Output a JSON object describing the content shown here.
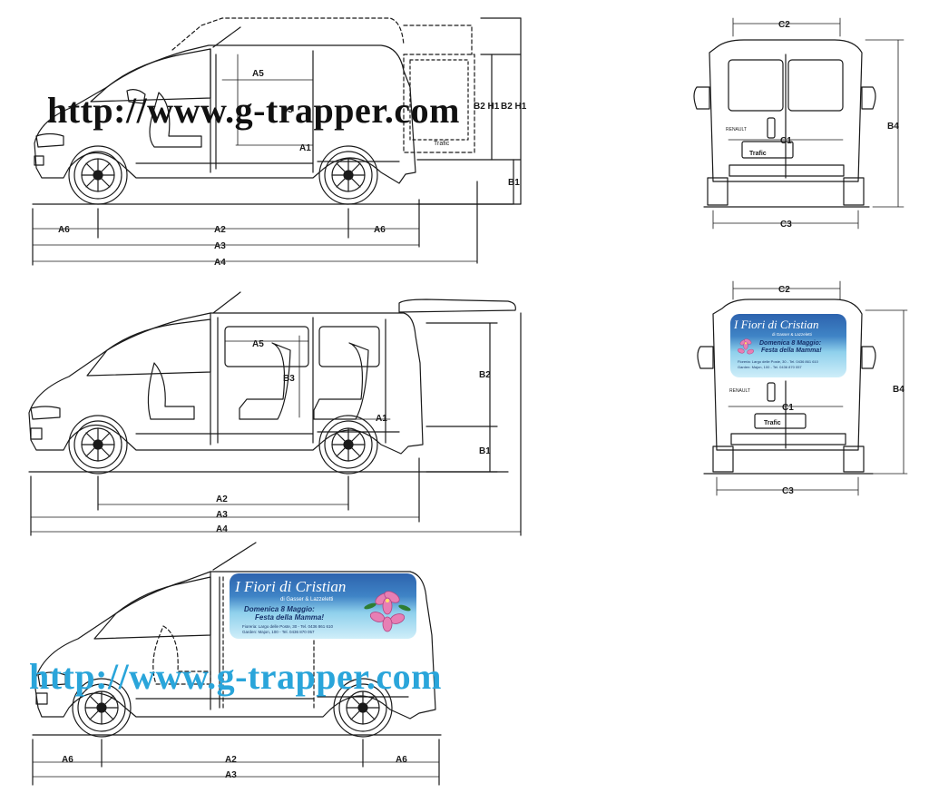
{
  "watermark": {
    "top": "http://www.g-trapper.com",
    "bottom": "http://www.g-trapper.com"
  },
  "colors": {
    "line": "#1a1a1a",
    "watermark_top": "#111111",
    "watermark_bottom": "#2aa5da",
    "banner_dark": "#2d63ae",
    "banner_light": "#cfeef9",
    "flower": "#e77fb4"
  },
  "banner": {
    "title": "I Fiori di Cristian",
    "subtitle": "di Gasser & Lazzeletti",
    "promo_line1": "Domenica 8 Maggio:",
    "promo_line2": "Festa della Mamma!",
    "address_line1": "Fioreria: Largo delle Poste, 30 - Tel. 0436 861 610",
    "address_line2": "Garden: Majon, 100 - Tel. 0436 870 057"
  },
  "vehicle": {
    "badge": "RENAULT",
    "rear_plate": "Trafic",
    "panel_badge": "Trafic"
  },
  "dims": {
    "A1": "A1",
    "A2": "A2",
    "A3": "A3",
    "A4": "A4",
    "A5": "A5",
    "A6": "A6",
    "B1": "B1",
    "B2": "B2",
    "B3": "B3",
    "B4": "B4",
    "B2_alt": "B2 H1",
    "C1": "C1",
    "C2": "C2",
    "C3": "C3"
  }
}
